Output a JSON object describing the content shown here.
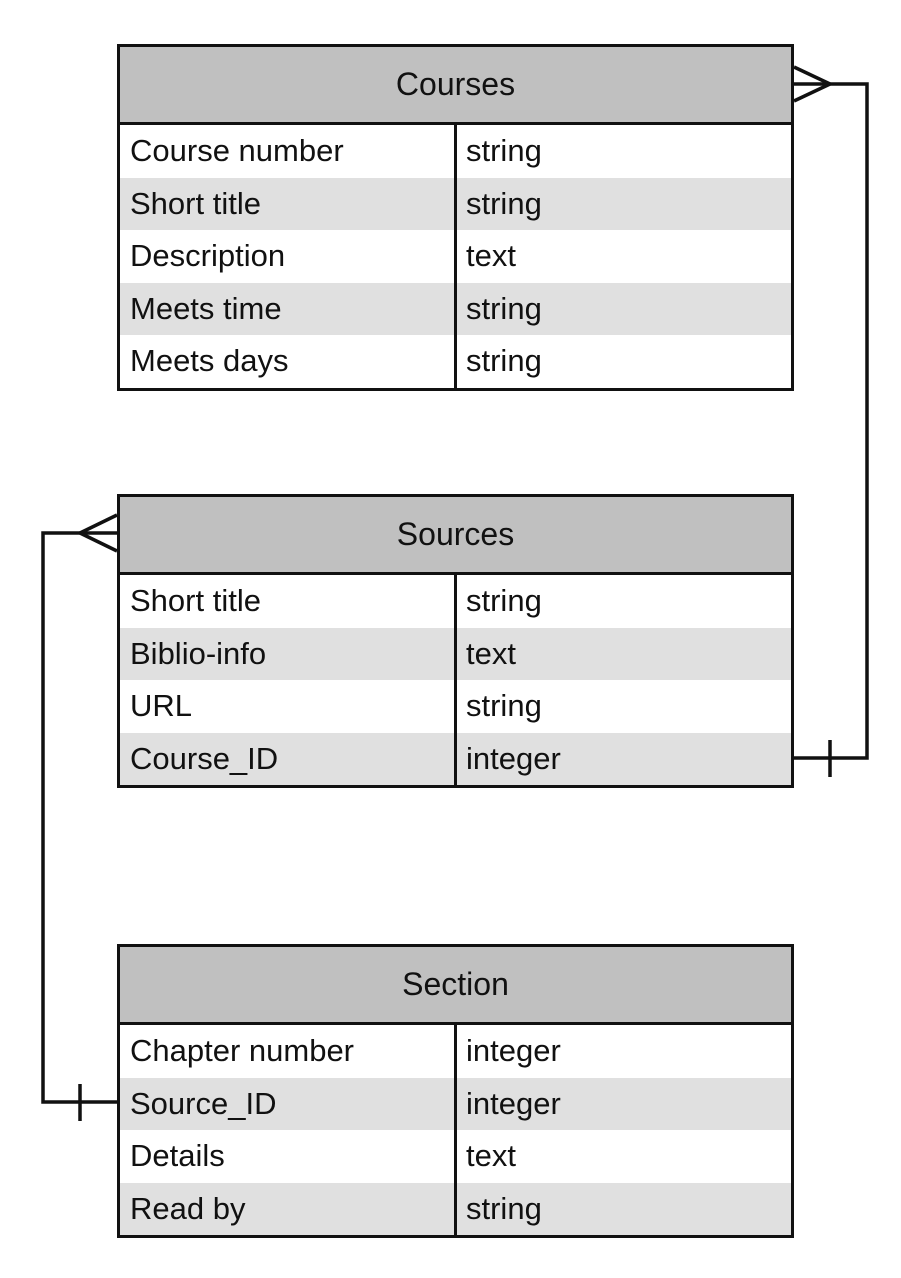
{
  "tables": [
    {
      "name": "Courses",
      "fields": [
        {
          "name": "Course number",
          "type": "string"
        },
        {
          "name": "Short title",
          "type": "string"
        },
        {
          "name": "Description",
          "type": "text"
        },
        {
          "name": "Meets time",
          "type": "string"
        },
        {
          "name": "Meets days",
          "type": "string"
        }
      ]
    },
    {
      "name": "Sources",
      "fields": [
        {
          "name": "Short title",
          "type": "string"
        },
        {
          "name": "Biblio-info",
          "type": "text"
        },
        {
          "name": "URL",
          "type": "string"
        },
        {
          "name": "Course_ID",
          "type": "integer"
        }
      ]
    },
    {
      "name": "Section",
      "fields": [
        {
          "name": "Chapter number",
          "type": "integer"
        },
        {
          "name": "Source_ID",
          "type": "integer"
        },
        {
          "name": "Details",
          "type": "text"
        },
        {
          "name": "Read by",
          "type": "string"
        }
      ]
    }
  ],
  "relationships": [
    {
      "from_table": "Sources",
      "from_field": "Course_ID",
      "from_cardinality": "one",
      "to_table": "Courses",
      "to_cardinality": "many"
    },
    {
      "from_table": "Section",
      "from_field": "Source_ID",
      "from_cardinality": "one",
      "to_table": "Sources",
      "to_cardinality": "many"
    }
  ]
}
